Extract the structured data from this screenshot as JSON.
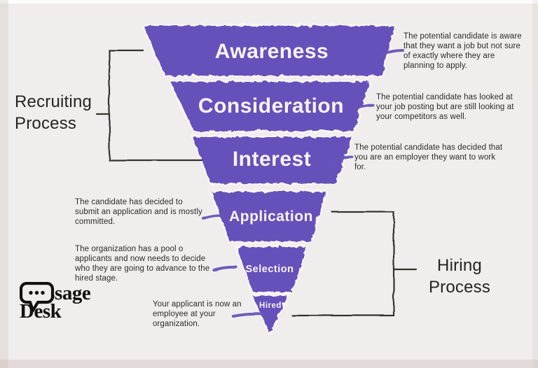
{
  "colors": {
    "background": "#f1edec",
    "funnel_purple": "#6651bb",
    "stage_text": "#f7f3f2",
    "ink": "#2d2927",
    "connector_dash": "#6b55b6"
  },
  "funnel": {
    "stages": [
      {
        "label": "Awareness",
        "description": [
          "The potential candidate is aware",
          "that they want a job but not sure",
          "of exactly where they are",
          "planning to apply."
        ]
      },
      {
        "label": "Consideration",
        "description": [
          "The potential candidate has looked at",
          "your job posting but are still looking at",
          "your competitors as well."
        ]
      },
      {
        "label": "Interest",
        "description": [
          "The potential candidate has decided that",
          "you are an employer they want to work",
          "for."
        ]
      },
      {
        "label": "Application",
        "description": [
          "The candidate has decided to",
          "submit an application and is mostly",
          "committed."
        ]
      },
      {
        "label": "Selection",
        "description": [
          "The organization has a pool o",
          "applicants and now needs to decide",
          "who they are going to advance to the",
          "hired stage."
        ]
      },
      {
        "label": "Hired",
        "description": [
          "Your applicant is now an",
          "employee at your",
          "organization."
        ]
      }
    ]
  },
  "brackets": {
    "left": {
      "label_lines": [
        "Recruiting",
        "Process"
      ]
    },
    "right": {
      "label_lines": [
        "Hiring",
        "Process"
      ]
    }
  },
  "logo": {
    "icon": "speech-bubble-icon",
    "name_lines": [
      "Message",
      "Desk"
    ]
  }
}
